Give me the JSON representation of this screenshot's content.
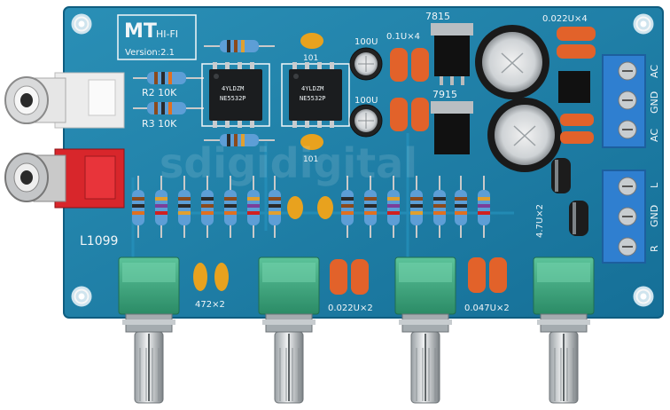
{
  "board": {
    "brand": "MT",
    "model": "HI-FI",
    "version": "Version:2.1",
    "board_code": "L1099",
    "watermark": "sdigidigital"
  },
  "labels": {
    "r2": "R2  10K",
    "r3": "R3  10K",
    "cap_101_top": "101",
    "cap_101_bottom": "101",
    "cap_100u_top": "100U",
    "cap_100u_bottom": "100U",
    "cap_01u": "0.1U×4",
    "cap_0022u": "0.022U×4",
    "reg_7815": "7815",
    "reg_7915": "7915",
    "cap_47u": "4.7U×2",
    "cap_472": "472×2",
    "cap_0022u_x2": "0.022U×2",
    "cap_0047u_x2": "0.047U×2",
    "ic1_mark": "4YLDZM\nNE5532P",
    "ic2_mark": "4YLDZM\nNE5532P",
    "term_ac1": "AC",
    "term_gnd1": "GND",
    "term_ac2": "AC",
    "term_l": "L",
    "term_gnd2": "GND",
    "term_r": "R"
  },
  "colors": {
    "pcb": "#1d7fa6",
    "pcb_dark": "#0f5d80",
    "silkscreen": "#f2f6f8",
    "terminal": "#2f7fd0",
    "pot_body": "#3aa37c",
    "rca_white": "#f4f4f4",
    "rca_red": "#d8262b",
    "cap_orange": "#e2622a",
    "cap_yellow": "#e8a21e"
  },
  "icons": {
    "input_jacks": "rca-connector",
    "knobs": "rotary-potentiometer",
    "terminals": "screw-terminal-block"
  }
}
